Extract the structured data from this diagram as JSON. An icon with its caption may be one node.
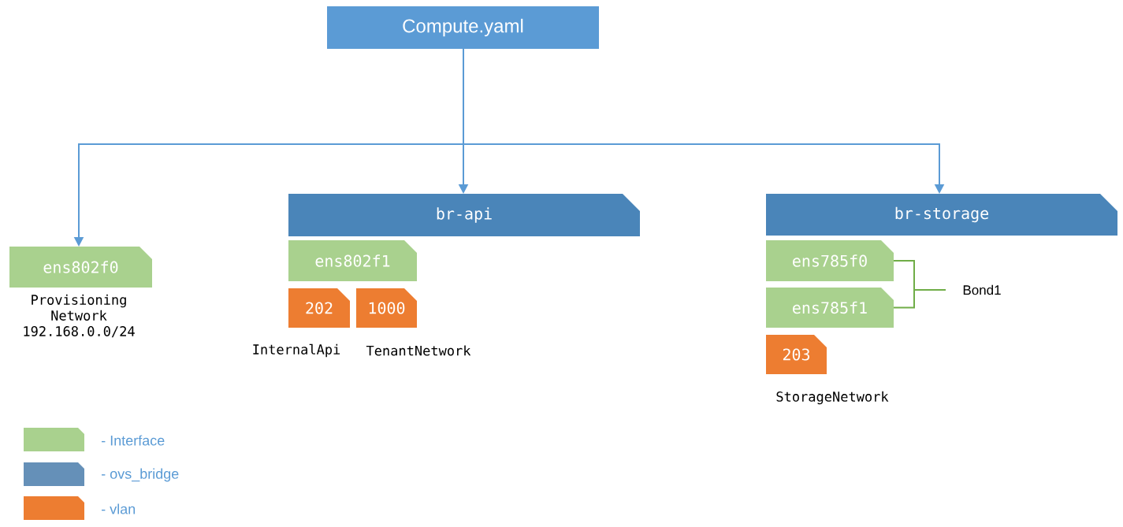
{
  "diagram": {
    "nodes": [
      {
        "text": [
          "Compute.yaml"
        ]
      },
      {
        "text": [
          "ens802f0"
        ],
        "beside": [
          "Provisioning Network 192.168.0.0/24"
        ]
      },
      {
        "text": [
          "br-api"
        ]
      },
      {
        "text": [
          "ens802f1"
        ]
      },
      {
        "text": [
          "202"
        ],
        "beside": [
          "InternalApi"
        ]
      },
      {
        "text": [
          "1000"
        ],
        "beside": [
          "TenantNetwork"
        ]
      },
      {
        "text": [
          "br-storage"
        ]
      },
      {
        "text": [
          "ens785f0"
        ]
      },
      {
        "text": [
          "ens785f1"
        ]
      },
      {
        "text": [
          "203"
        ],
        "beside": [
          "StorageNetwork"
        ]
      },
      {
        "text": [
          "Bond1"
        ]
      }
    ],
    "edges": [
      {
        "from": 0,
        "to": 1,
        "arrow": "to"
      },
      {
        "from": 0,
        "to": 2,
        "arrow": "to"
      },
      {
        "from": 0,
        "to": 6,
        "arrow": "to"
      },
      {
        "from": 7,
        "to": 10,
        "arrow": "none",
        "color": "#70ad47"
      },
      {
        "from": 8,
        "to": 10,
        "arrow": "none",
        "color": "#70ad47"
      }
    ],
    "legend": [
      {
        "text": "- Interface",
        "color": "#a9d18e"
      },
      {
        "text": "- ovs_bridge",
        "color": "#6590b8"
      },
      {
        "text": "- vlan",
        "color": "#ed7d31"
      }
    ]
  }
}
